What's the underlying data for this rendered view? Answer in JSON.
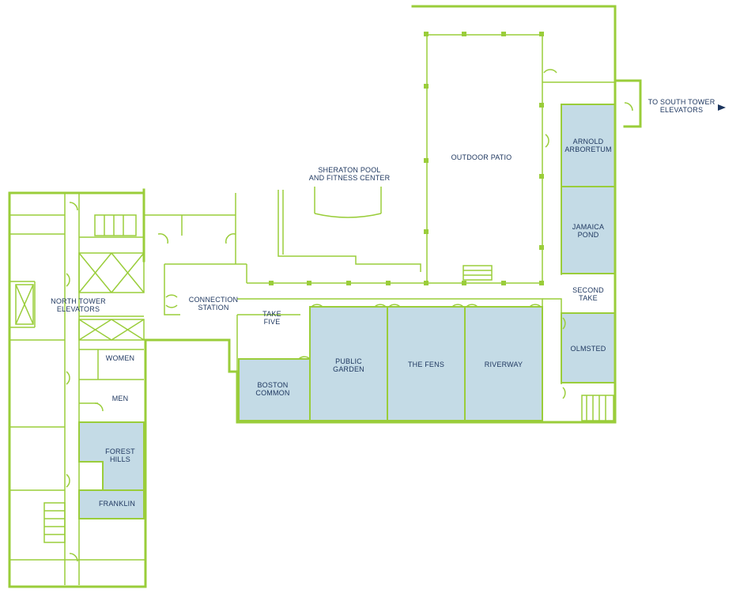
{
  "labels": {
    "outdoor_patio": "OUTDOOR PATIO",
    "pool_line1": "SHERATON POOL",
    "pool_line2": "AND FITNESS CENTER",
    "arnold_line1": "ARNOLD",
    "arnold_line2": "ARBORETUM",
    "jamaica_line1": "JAMAICA",
    "jamaica_line2": "POND",
    "second_line1": "SECOND",
    "second_line2": "TAKE",
    "olmsted": "OLMSTED",
    "north_line1": "NORTH TOWER",
    "north_line2": "ELEVATORS",
    "connection_line1": "CONNECTION",
    "connection_line2": "STATION",
    "take_five_line1": "TAKE",
    "take_five_line2": "FIVE",
    "women": "WOMEN",
    "men": "MEN",
    "boston_line1": "BOSTON",
    "boston_line2": "COMMON",
    "public_line1": "PUBLIC",
    "public_line2": "GARDEN",
    "fens": "THE FENS",
    "riverway": "RIVERWAY",
    "forest_line1": "FOREST",
    "forest_line2": "HILLS",
    "franklin": "FRANKLIN",
    "south_line1": "TO SOUTH TOWER",
    "south_line2": "ELEVATORS"
  },
  "colors": {
    "wall": "#9acd3a",
    "meeting_room": "#c4dbe6",
    "label": "#1c355e"
  },
  "icons": {
    "south_arrow": "arrow-right-icon"
  }
}
